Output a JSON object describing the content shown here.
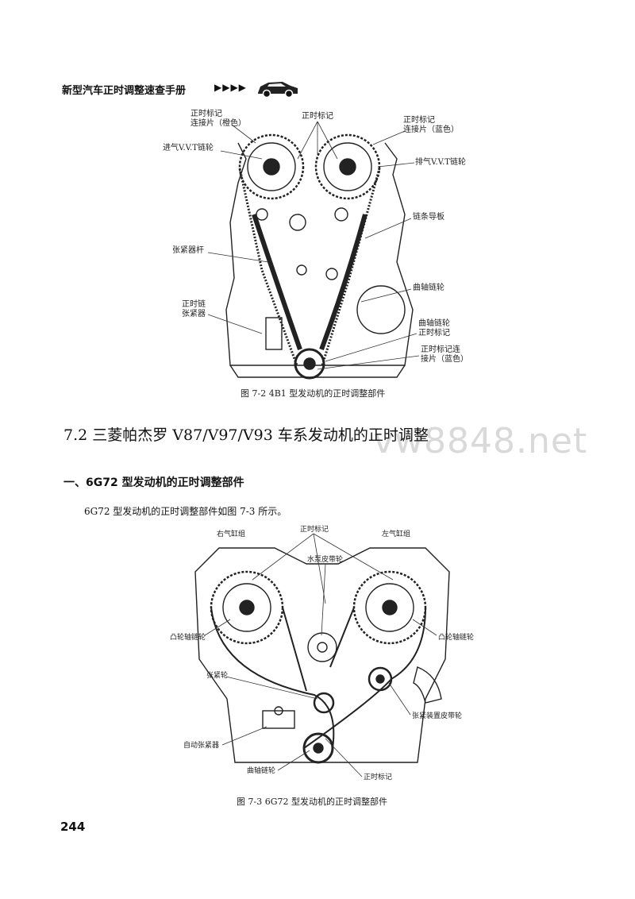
{
  "header": {
    "title": "新型汽车正时调整速查手册",
    "arrows": "▶▶▶▶",
    "logo_icon": "car-icon"
  },
  "figure1": {
    "labels": {
      "timing_link_orange": [
        "正时标记",
        "连接片（橙色）"
      ],
      "timing_marks": "正时标记",
      "timing_link_blue": [
        "正时标记",
        "连接片（蓝色）"
      ],
      "intake_vvt": "进气V.V.T链轮",
      "exhaust_vvt": "排气V.V.T链轮",
      "chain_guide": "链条导板",
      "tensioner_lever": "张紧器杆",
      "crank_sprocket": "曲轴链轮",
      "chain_tensioner": [
        "正时链",
        "张紧器"
      ],
      "crank_timing_mark": [
        "曲轴链轮",
        "正时标记"
      ],
      "timing_link_blue2": [
        "正时标记连",
        "接片（蓝色）"
      ]
    },
    "caption": "图 7-2    4B1 型发动机的正时调整部件"
  },
  "section": {
    "title": "7.2    三菱帕杰罗 V87/V97/V93 车系发动机的正时调整",
    "watermark": "vw8848.net"
  },
  "subsection": {
    "title": "一、6G72 型发动机的正时调整部件",
    "paragraph": "6G72 型发动机的正时调整部件如图 7-3 所示。"
  },
  "figure2": {
    "labels": {
      "right_bank": "右气缸组",
      "timing_marks_top": "正时标记",
      "left_bank": "左气缸组",
      "water_pump_pulley": "水泵皮带轮",
      "cam_pulley_left": "凸轮轴链轮",
      "cam_pulley_right": "凸轮轴链轮",
      "tensioner_pulley": "张紧轮",
      "tensioner_idler": "张紧装置皮带轮",
      "auto_tensioner": "自动张紧器",
      "crank_pulley": "曲轴链轮",
      "timing_mark_bottom": "正时标记"
    },
    "caption": "图 7-3    6G72 型发动机的正时调整部件"
  },
  "footer": {
    "page_number": "244"
  }
}
